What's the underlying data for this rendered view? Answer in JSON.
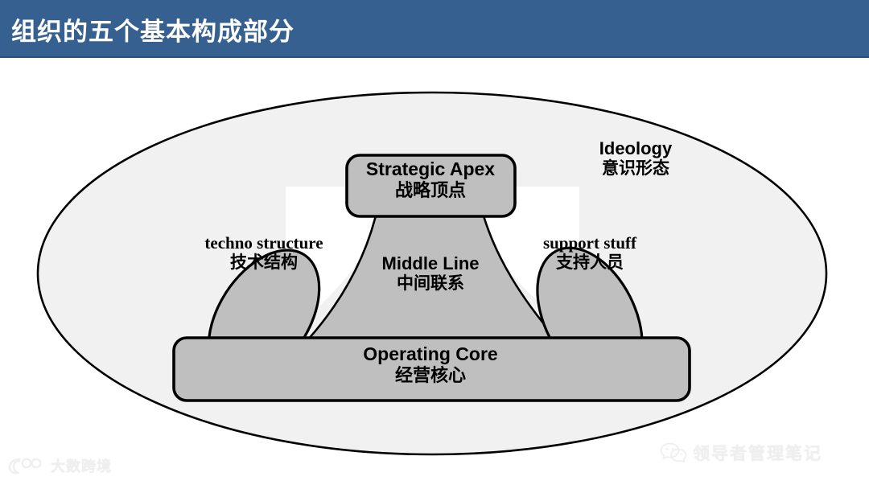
{
  "header": {
    "title": "组织的五个基本构成部分",
    "bg_color": "#35608f",
    "text_color": "#ffffff"
  },
  "diagram": {
    "type": "organization-structure",
    "container_shape": "ellipse",
    "container_fill": "#f1f1f1",
    "shape_fill": "#bfbfbf",
    "stroke_color": "#000000",
    "strategic_apex": {
      "shape": "rounded-rectangle",
      "en": "Strategic Apex",
      "zh": "战略顶点"
    },
    "middle_line": {
      "shape": "flared-funnel",
      "en": "Middle Line",
      "zh": "中间联系"
    },
    "operating_core": {
      "shape": "rounded-rectangle",
      "en": "Operating Core",
      "zh": "经营核心"
    },
    "techno_structure": {
      "shape": "tilted-ellipse",
      "en": "techno structure",
      "zh": "技术结构"
    },
    "support_stuff": {
      "shape": "tilted-ellipse",
      "en": "support stuff",
      "zh": "支持人员"
    },
    "ideology": {
      "shape": "text-only",
      "en": "Ideology",
      "zh": "意识形态"
    }
  },
  "watermarks": {
    "left": {
      "icon": "dashujingjing-logo-icon",
      "text": "大数跨境",
      "color": "#efefef"
    },
    "right": {
      "icon": "wechat-icon",
      "text": "领导者管理笔记",
      "color": "#efefef"
    }
  }
}
